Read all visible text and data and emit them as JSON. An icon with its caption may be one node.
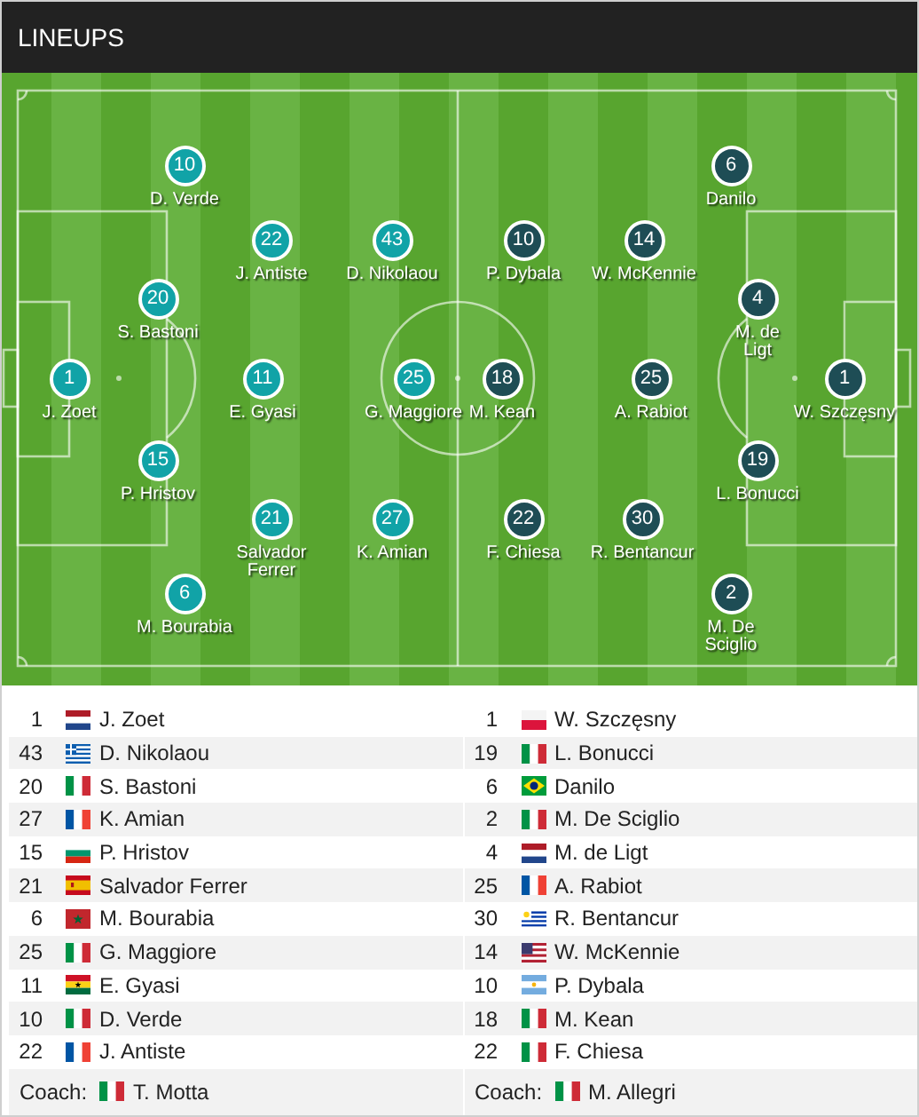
{
  "diagram": {
    "title": "LINEUPS",
    "nodes": [
      {
        "text": [
          "10"
        ],
        "beside": [
          "D. Verde"
        ]
      },
      {
        "text": [
          "22"
        ],
        "beside": [
          "J. Antiste"
        ]
      },
      {
        "text": [
          "43"
        ],
        "beside": [
          "D. Nikolaou"
        ]
      },
      {
        "text": [
          "20"
        ],
        "beside": [
          "S. Bastoni"
        ]
      },
      {
        "text": [
          "1"
        ],
        "beside": [
          "J. Zoet"
        ]
      },
      {
        "text": [
          "11"
        ],
        "beside": [
          "E. Gyasi"
        ]
      },
      {
        "text": [
          "25"
        ],
        "beside": [
          "G. Maggiore"
        ]
      },
      {
        "text": [
          "15"
        ],
        "beside": [
          "P. Hristov"
        ]
      },
      {
        "text": [
          "21"
        ],
        "beside": [
          "Salvador Ferrer"
        ]
      },
      {
        "text": [
          "27"
        ],
        "beside": [
          "K. Amian"
        ]
      },
      {
        "text": [
          "6"
        ],
        "beside": [
          "M. Bourabia"
        ]
      },
      {
        "text": [
          "6"
        ],
        "beside": [
          "Danilo"
        ]
      },
      {
        "text": [
          "10"
        ],
        "beside": [
          "P. Dybala"
        ]
      },
      {
        "text": [
          "14"
        ],
        "beside": [
          "W. McKennie"
        ]
      },
      {
        "text": [
          "4"
        ],
        "beside": [
          "M. de Ligt"
        ]
      },
      {
        "text": [
          "18"
        ],
        "beside": [
          "M. Kean"
        ]
      },
      {
        "text": [
          "25"
        ],
        "beside": [
          "A. Rabiot"
        ]
      },
      {
        "text": [
          "1"
        ],
        "beside": [
          "W. Szczęsny"
        ]
      },
      {
        "text": [
          "19"
        ],
        "beside": [
          "L. Bonucci"
        ]
      },
      {
        "text": [
          "22"
        ],
        "beside": [
          "F. Chiesa"
        ]
      },
      {
        "text": [
          "30"
        ],
        "beside": [
          "R. Bentancur"
        ]
      },
      {
        "text": [
          "2"
        ],
        "beside": [
          "M. De Sciglio"
        ]
      }
    ],
    "labels": [
      "1",
      "J. Zoet",
      "1",
      "W. Szczęsny",
      "43",
      "D. Nikolaou",
      "19",
      "L. Bonucci",
      "20",
      "S. Bastoni",
      "6",
      "Danilo",
      "27",
      "K. Amian",
      "2",
      "M. De Sciglio",
      "15",
      "P. Hristov",
      "4",
      "M. de Ligt",
      "21",
      "Salvador Ferrer",
      "25",
      "A. Rabiot",
      "6",
      "M. Bourabia",
      "30",
      "R. Bentancur",
      "25",
      "G. Maggiore",
      "14",
      "W. McKennie",
      "11",
      "E. Gyasi",
      "10",
      "P. Dybala",
      "10",
      "D. Verde",
      "18",
      "M. Kean",
      "22",
      "J. Antiste",
      "22",
      "F. Chiesa",
      "Coach:",
      "T. Motta",
      "Coach:",
      "M. Allegri"
    ]
  }
}
